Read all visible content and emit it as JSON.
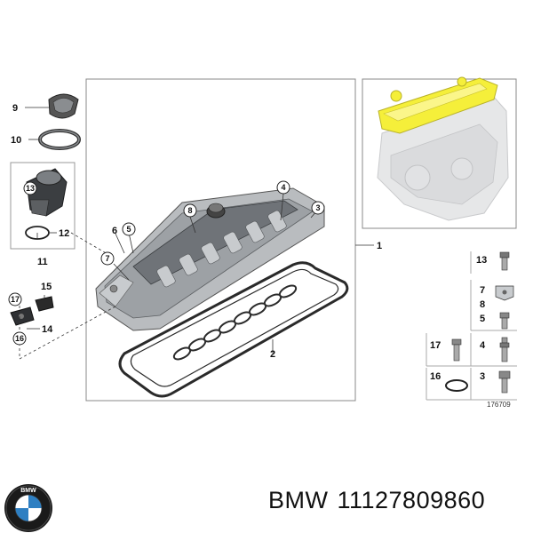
{
  "diagram": {
    "callouts": {
      "c1": "1",
      "c2": "2",
      "c3": "3",
      "c4": "4",
      "c5": "5",
      "c6": "6",
      "c7": "7",
      "c8": "8",
      "c9": "9",
      "c10": "10",
      "c11": "11",
      "c12": "12",
      "c13": "13",
      "c14": "14",
      "c15": "15",
      "c16": "16",
      "c17": "17"
    },
    "parts_panel": {
      "n13": "13",
      "n7": "7",
      "n8": "8",
      "n5": "5",
      "n17": "17",
      "n4": "4",
      "n16": "16",
      "n3": "3"
    },
    "reference_code": "176709"
  },
  "footer": {
    "brand": "BMW",
    "part_number": "11127809860"
  },
  "colors": {
    "highlight": "#f5ef3a",
    "cover_dark": "#6f7378",
    "cover_light": "#b9bcbf",
    "gasket": "#2a2a2a",
    "frame": "#888888"
  }
}
